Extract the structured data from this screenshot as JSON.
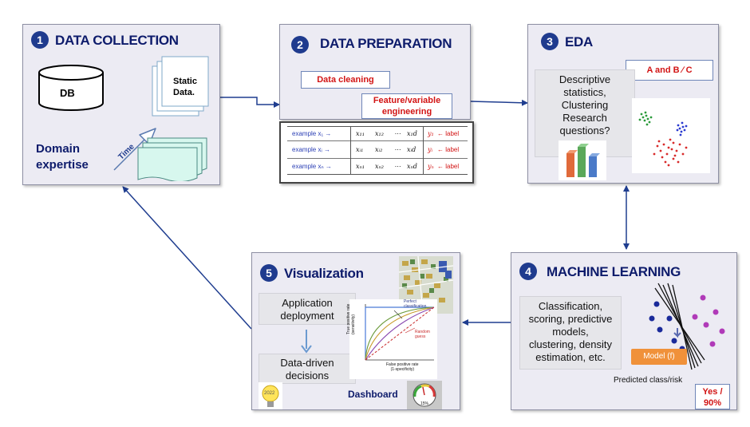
{
  "panel1": {
    "number": "1",
    "title": "DATA COLLECTION",
    "db_label": "DB",
    "static_label_1": "Static",
    "static_label_2": "Data.",
    "time_label": "Time",
    "domain_1": "Domain",
    "domain_2": "expertise"
  },
  "panel2": {
    "number": "2",
    "title": "DATA PREPARATION",
    "cleaning": "Data cleaning",
    "feature_1": "Feature/variable",
    "feature_2": "engineering",
    "matrix": {
      "examples": [
        "example x₁ →",
        "example xᵢ →",
        "example xₙ →"
      ],
      "cells": [
        [
          "x₁₁",
          "x₁₂",
          "⋯",
          "x₁d"
        ],
        [
          "xᵢ₁",
          "xᵢ₂",
          "⋯",
          "xᵢd"
        ],
        [
          "xₙ₁",
          "xₙ₂",
          "⋯",
          "xₙd"
        ]
      ],
      "labels_y": [
        "y₁",
        "yᵢ",
        "yₙ"
      ],
      "label_word": "← label"
    }
  },
  "panel3": {
    "number": "3",
    "title": "EDA",
    "ab": "A and B ∕ C",
    "desc_lines": [
      "Descriptive",
      "statistics,",
      "Clustering",
      "Research",
      "questions?"
    ]
  },
  "panel4": {
    "number": "4",
    "title": "MACHINE LEARNING",
    "desc_lines": [
      "Classification,",
      "scoring, predictive",
      "models,",
      "clustering, density",
      "estimation, etc."
    ],
    "model": "Model (f)",
    "predicted": "Predicted class/risk",
    "yes_1": "Yes /",
    "yes_2": "90%"
  },
  "panel5": {
    "number": "5",
    "title": "Visualization",
    "app_1": "Application",
    "app_2": "deployment",
    "dd_1": "Data-driven",
    "dd_2": "decisions",
    "dashboard": "Dashboard",
    "roc": {
      "perfect_1": "Perfect",
      "perfect_2": "classification",
      "random_1": "Random",
      "random_2": "guess",
      "ylabel_1": "True positive rate",
      "ylabel_2": "(sensitivity)",
      "xlabel_1": "False positive rate",
      "xlabel_2": "(1-specificity)"
    },
    "bulb": "2022",
    "gauge": "15%"
  },
  "colors": {
    "panel_bg": "#ecebf3",
    "title_navy": "#0d1b6b",
    "badge": "#1f3b8e",
    "arrow": "#1f3d8f",
    "red": "#d21414",
    "model_orange": "#f0913a"
  }
}
